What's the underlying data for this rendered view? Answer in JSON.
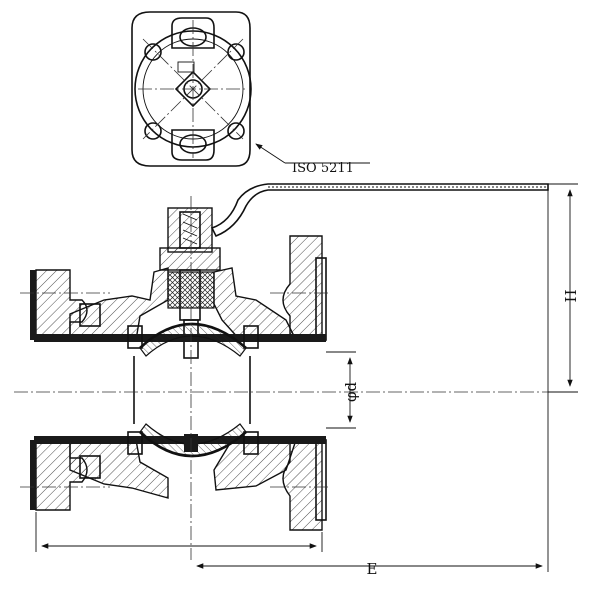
{
  "labels": {
    "iso": "ISO 5211",
    "dim_h": "H",
    "dim_d": "φd",
    "dim_e": "E"
  },
  "colors": {
    "ink": "#111111",
    "background": "#ffffff"
  }
}
